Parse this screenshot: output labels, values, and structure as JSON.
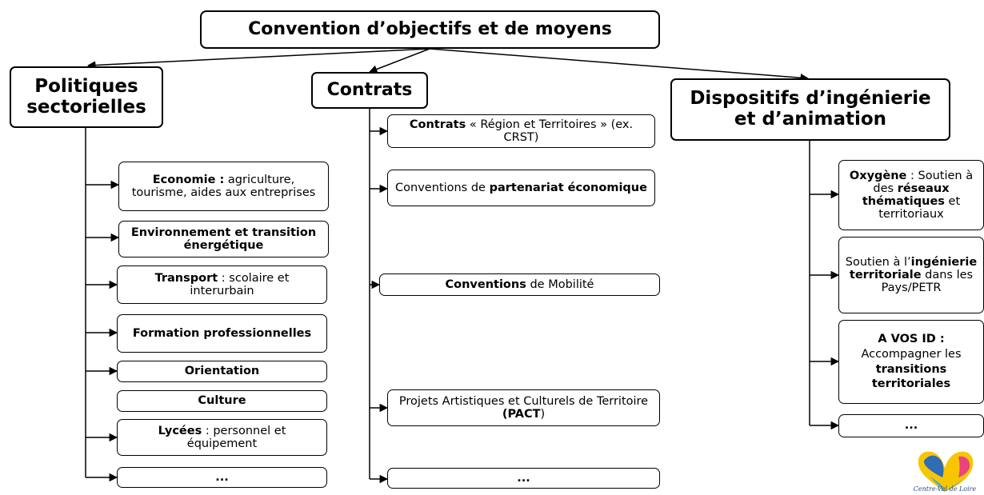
{
  "title": "Convention d’objectifs et de moyens",
  "columns": {
    "politiques": {
      "header": [
        "Politiques",
        "sectorielles"
      ],
      "items": [
        {
          "bold": "Economie :",
          "text": " agriculture, tourisme, aides aux entreprises"
        },
        {
          "bold": "Environnement et transition énergétique",
          "text": ""
        },
        {
          "bold": "Transport",
          "text": " : scolaire et interurbain"
        },
        {
          "bold": "Formation professionnelles",
          "text": ""
        },
        {
          "bold": "Orientation",
          "text": ""
        },
        {
          "bold": "Culture",
          "text": ""
        },
        {
          "bold": "Lycées",
          "text": " : personnel et équipement"
        },
        {
          "bold": "...",
          "text": ""
        }
      ]
    },
    "contrats": {
      "header": "Contrats",
      "items": [
        {
          "a": "Contrats",
          "b": " « Région et Territoires » (ex. CRST)"
        },
        {
          "a": "Conventions de ",
          "b": "partenariat économique"
        },
        {
          "a": "Conventions",
          "b": " de Mobilité"
        },
        {
          "a": "Projets Artistiques et Culturels de Territoire ",
          "b": "(PACT",
          "c": ")"
        },
        {
          "a": "...",
          "b": ""
        }
      ]
    },
    "dispositifs": {
      "header": [
        "Dispositifs d’ingénierie",
        "et d’animation"
      ],
      "items": [
        {
          "p1": "Oxygène",
          "p2": " : Soutien à des ",
          "p3": "réseaux thématiques",
          "p4": " et territoriaux"
        },
        {
          "p1": "Soutien à l’",
          "p2": "ingénierie territoriale",
          "p3": " dans les Pays/PETR"
        },
        {
          "p1": "A VOS ID :",
          "p2": "Accompagner les",
          "p3": "transitions territoriales"
        },
        {
          "p1": "..."
        }
      ]
    }
  },
  "logo": {
    "text": "Centre-Val de Loire"
  }
}
